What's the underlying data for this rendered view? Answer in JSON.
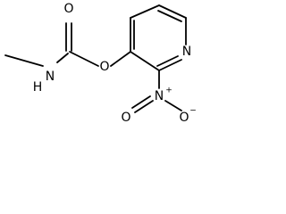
{
  "structure": {
    "atoms": {
      "carbonyl_oxygen": "O",
      "amide_nitrogen": "N",
      "amide_hydrogen": "H",
      "ester_oxygen": "O",
      "pyridine_nitrogen": "N",
      "nitro_nitrogen": "N",
      "nitro_positive_charge": "+",
      "nitro_oxygen_left": "O",
      "nitro_oxygen_right": "O",
      "nitro_negative_charge": "−"
    }
  }
}
